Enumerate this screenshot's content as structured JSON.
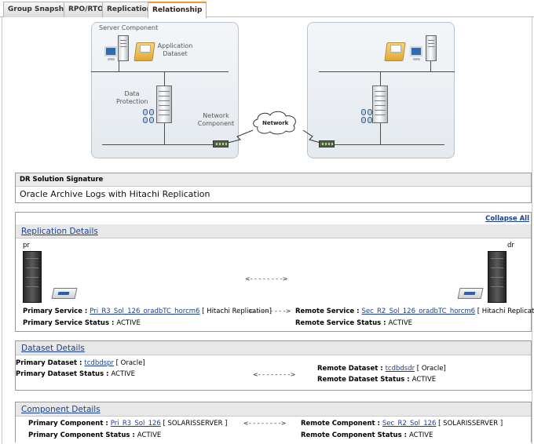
{
  "tabs": [
    {
      "label": "Group Snapshot"
    },
    {
      "label": "RPO/RTO"
    },
    {
      "label": "Replication"
    },
    {
      "label": "Relationship",
      "active": true
    }
  ],
  "topology": {
    "server_component": "Server Component",
    "application_dataset": [
      "Application",
      "Dataset"
    ],
    "data_protection": [
      "Data",
      "Protection"
    ],
    "network_component": [
      "Network",
      "Component"
    ],
    "network_cloud": "Network"
  },
  "signature": {
    "header": "DR Solution Signature",
    "value": "Oracle Archive Logs with Hitachi Replication"
  },
  "collapse_all": "Collapse All",
  "replication": {
    "title": "Replication Details",
    "left_host": "pr",
    "right_host": "dr",
    "primary_service_label": "Primary Service : ",
    "primary_service_link": "Pri_R3_Sol_126_oradbTC_horcm6",
    "primary_service_type": " [ Hitachi Replication]",
    "primary_status_label": "Primary Service Status : ",
    "primary_status": "ACTIVE",
    "remote_service_label": "Remote Service : ",
    "remote_service_link": "Sec_R2_Sol_126_oradbTC_horcm6",
    "remote_service_type": " [ Hitachi Replication]",
    "remote_status_label": "Remote Service Status : ",
    "remote_status": "ACTIVE",
    "arrow": "<- - - - - - - ->"
  },
  "dataset": {
    "title": "Dataset Details",
    "primary_label": "Primary Dataset : ",
    "primary_link": "tcdbdspr",
    "primary_type": " [ Oracle]",
    "primary_status_label": "Primary Dataset Status : ",
    "primary_status": "ACTIVE",
    "remote_label": "Remote Dataset : ",
    "remote_link": "tcdbdsdr",
    "remote_type": " [ Oracle]",
    "remote_status_label": "Remote Dataset Status : ",
    "remote_status": "ACTIVE",
    "arrow": "<- - - - - - - ->"
  },
  "component": {
    "title": "Component Details",
    "primary_label": "Primary Component : ",
    "primary_link": "Pri_R3_Sol_126",
    "primary_type": " [ SOLARISSERVER ]",
    "primary_status_label": "Primary Component Status : ",
    "primary_status": "ACTIVE",
    "remote_label": "Remote Component : ",
    "remote_link": "Sec_R2_Sol_126",
    "remote_type": " [ SOLARISSERVER ]",
    "remote_status_label": "Remote Component Status : ",
    "remote_status": "ACTIVE",
    "arrow": "<- - - - - - - ->"
  }
}
